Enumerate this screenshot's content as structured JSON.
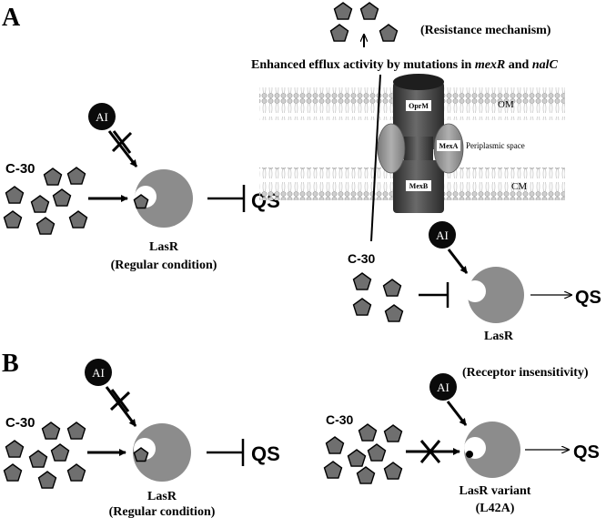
{
  "panel_a": {
    "letter": "A",
    "left": {
      "ai_label": "AI",
      "c30_label": "C-30",
      "receptor_label": "LasR",
      "receptor_condition": "(Regular condition)",
      "output_label": "QS"
    },
    "right": {
      "resistance_note": "(Resistance mechanism)",
      "efflux_text_prefix": "Enhanced efflux activity by mutations in ",
      "efflux_gene_1": "mexR",
      "efflux_and": " and ",
      "efflux_gene_2": "nalC",
      "om_label": "OM",
      "cm_label": "CM",
      "periplasm_label": "Periplasmic space",
      "oprm_label": "OprM",
      "mexa_label": "MexA",
      "mexb_label": "MexB",
      "ai_label": "AI",
      "c30_label": "C-30",
      "receptor_label": "LasR",
      "output_label": "QS"
    }
  },
  "panel_b": {
    "letter": "B",
    "left": {
      "ai_label": "AI",
      "c30_label": "C-30",
      "receptor_label": "LasR",
      "receptor_condition": "(Regular condition)",
      "output_label": "QS"
    },
    "right": {
      "insensitivity_note": "(Receptor insensitivity)",
      "ai_label": "AI",
      "c30_label": "C-30",
      "receptor_label": "LasR variant",
      "receptor_mutation": "(L42A)",
      "output_label": "QS"
    }
  },
  "colors": {
    "pentagon_fill": "#6f6f6f",
    "receptor_fill": "#8c8c8c",
    "ai_fill": "#0a0a0a",
    "pump_fill": "#3a3a3a"
  }
}
